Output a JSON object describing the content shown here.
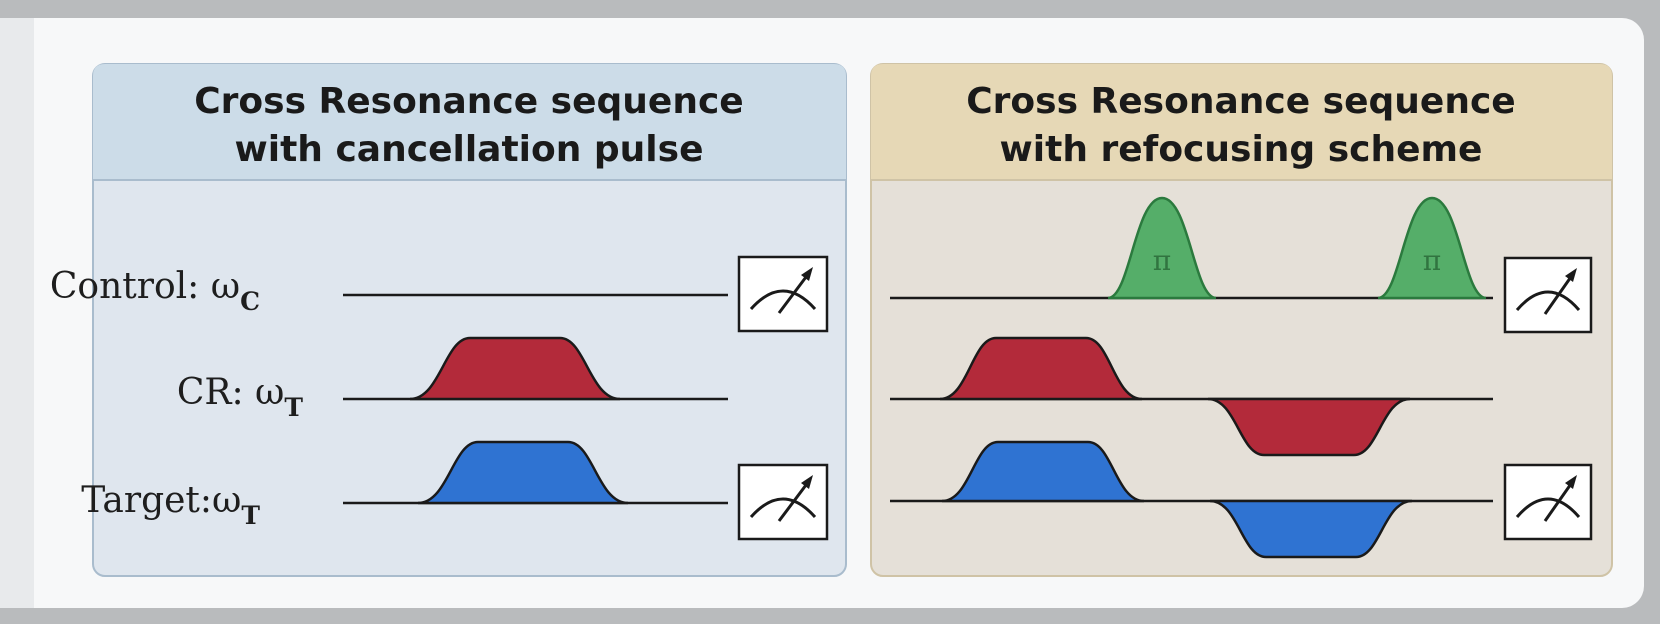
{
  "left_panel": {
    "title_line1": "Cross Resonance sequence",
    "title_line2": "with cancellation pulse",
    "colors": {
      "header": "#ccdce8",
      "body": "#dfe6ee",
      "border": "#a9bccd"
    }
  },
  "right_panel": {
    "title_line1": "Cross Resonance sequence",
    "title_line2": "with refocusing scheme",
    "pi_label": "π",
    "colors": {
      "header": "#e6d8b6",
      "body": "#e5e0d8",
      "border": "#cfc3a6"
    }
  },
  "lines": [
    {
      "name": "Control",
      "label": "Control: ω",
      "subscript": "C"
    },
    {
      "name": "CR",
      "label": "CR: ω",
      "subscript": "T"
    },
    {
      "name": "Target",
      "label": "Target:ω",
      "subscript": "T"
    }
  ],
  "icons": {
    "measurement": "measurement-meter-icon"
  },
  "pulse_colors": {
    "cr": "#b32a3a",
    "target": "#2f73d2",
    "pi": "#55ae69"
  }
}
